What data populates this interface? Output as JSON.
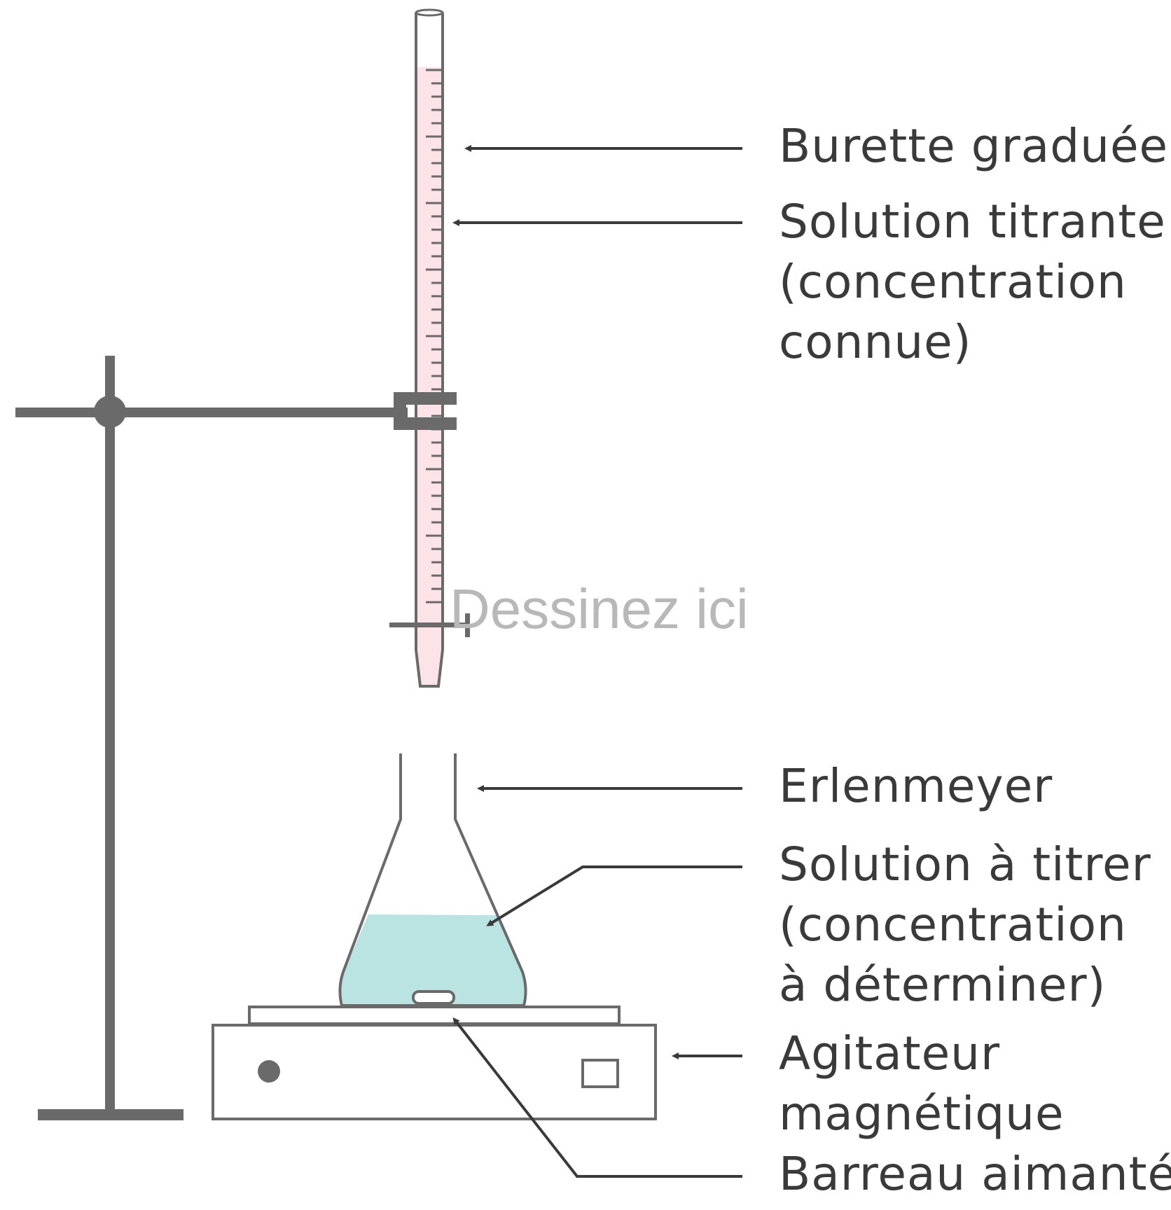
{
  "labels": {
    "burette": "Burette graduée",
    "titrant": [
      "Solution titrante",
      "(concentration",
      "connue)"
    ],
    "erlenmeyer": "Erlenmeyer",
    "analyte": [
      "Solution à titrer",
      "(concentration",
      "à déterminer)"
    ],
    "stirrer": [
      "Agitateur",
      "magnétique"
    ],
    "stir_bar": "Barreau aimanté"
  },
  "watermark": "Dessinez ici",
  "colors": {
    "stroke": "#5f5f5f",
    "arrow": "#3a3a3a",
    "titrant_fill": "#fbe3e7",
    "analyte_fill": "#b9e4e1",
    "watermark": "#b8b8b8"
  }
}
